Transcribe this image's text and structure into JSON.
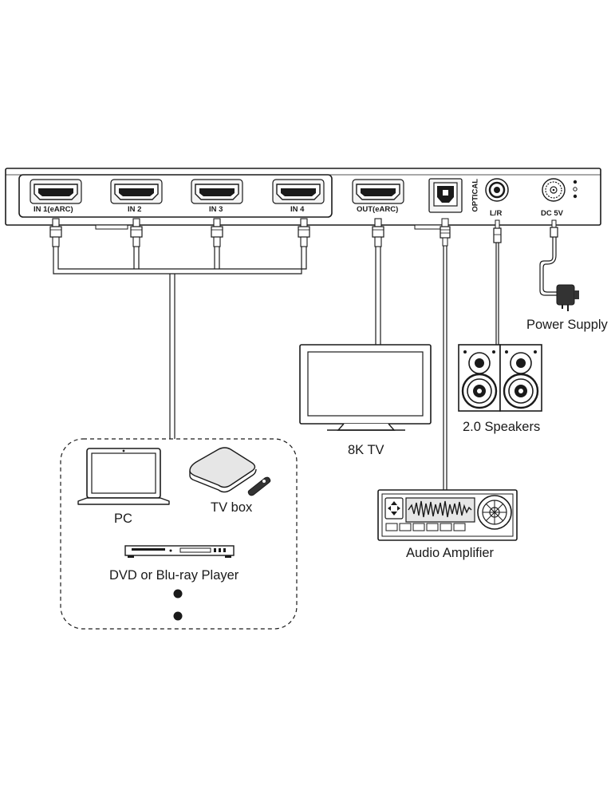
{
  "device": {
    "ports": {
      "in1": "IN 1(eARC)",
      "in2": "IN 2",
      "in3": "IN 3",
      "in4": "IN 4",
      "out": "OUT(eARC)",
      "optical": "OPTICAL",
      "lr": "L/R",
      "dc": "DC 5V"
    }
  },
  "devices": {
    "power_supply": "Power Supply",
    "tv": "8K TV",
    "speakers": "2.0 Speakers",
    "amplifier": "Audio Amplifier",
    "pc": "PC",
    "tv_box": "TV box",
    "player": "DVD or Blu-ray Player"
  },
  "colors": {
    "line": "#1a1a1a",
    "fill_light": "#ffffff",
    "fill_gray": "#e6e6e6",
    "fill_dark": "#333333"
  },
  "icons": [
    "hdmi-port-icon",
    "optical-port-icon",
    "audio-jack-icon",
    "dc-jack-icon",
    "power-adapter-icon",
    "tv-icon",
    "speaker-icon",
    "amplifier-icon",
    "laptop-icon",
    "tv-box-icon",
    "remote-icon",
    "dvd-player-icon"
  ]
}
